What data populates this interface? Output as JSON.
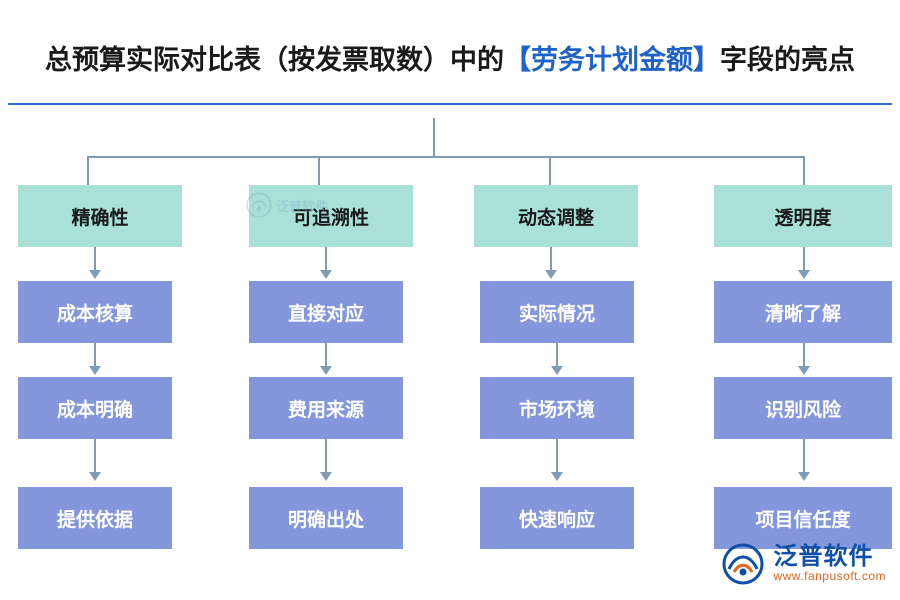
{
  "title": {
    "prefix": "总预算实际对比表（按发票取数）中的",
    "highlight": "【劳务计划金额】",
    "suffix": "字段的亮点"
  },
  "diagram": {
    "type": "tree",
    "columns": [
      {
        "head": "精确性",
        "items": [
          "成本核算",
          "成本明确",
          "提供依据"
        ]
      },
      {
        "head": "可追溯性",
        "items": [
          "直接对应",
          "费用来源",
          "明确出处"
        ]
      },
      {
        "head": "动态调整",
        "items": [
          "实际情况",
          "市场环境",
          "快速响应"
        ]
      },
      {
        "head": "透明度",
        "items": [
          "清晰了解",
          "识别风险",
          "项目信任度"
        ]
      }
    ],
    "colors": {
      "head_bg": "#a9e0d8",
      "item_bg": "#8497dd",
      "connector": "#7f9cb6",
      "title_highlight": "#1f63c8",
      "rule": "#2f6fd0"
    }
  },
  "logo": {
    "cn": "泛普软件",
    "en": "www.fanpusoft.com",
    "watermark_text": "泛普软件"
  }
}
